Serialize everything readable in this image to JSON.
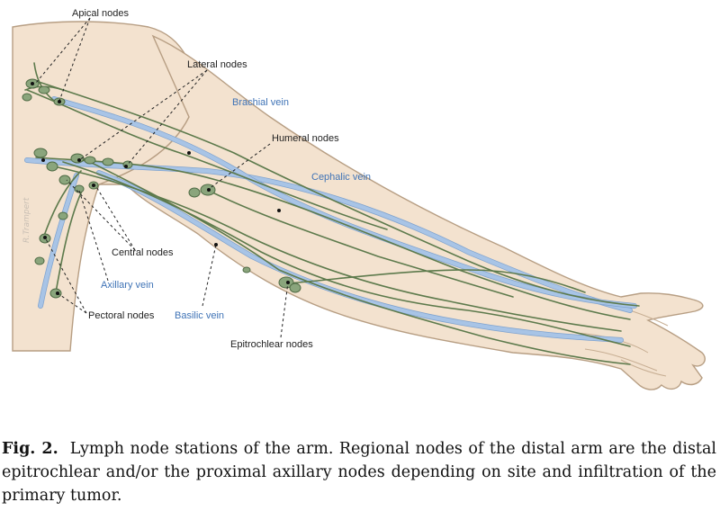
{
  "figure": {
    "labels": {
      "apical": "Apical nodes",
      "lateral": "Lateral nodes",
      "brachial_vein": "Brachial vein",
      "humeral": "Humeral nodes",
      "cephalic_vein": "Cephalic vein",
      "central": "Central nodes",
      "axillary_vein": "Axillary vein",
      "pectoral": "Pectoral nodes",
      "basilic_vein": "Basilic vein",
      "epitrochlear": "Epitrochlear nodes"
    },
    "colors": {
      "skin": "#f3e2cf",
      "lymph": "#5d7a4c",
      "vein": "#a8c4e6",
      "blue_label": "#3f73b6"
    },
    "signature": "R.Trampert"
  },
  "caption": {
    "label": "Fig. 2.",
    "text": "Lymph node stations of the arm. Regional nodes of the distal arm are the distal epitrochlear and/or the proximal axillary nodes depending on site and infiltration of the primary tumor."
  }
}
